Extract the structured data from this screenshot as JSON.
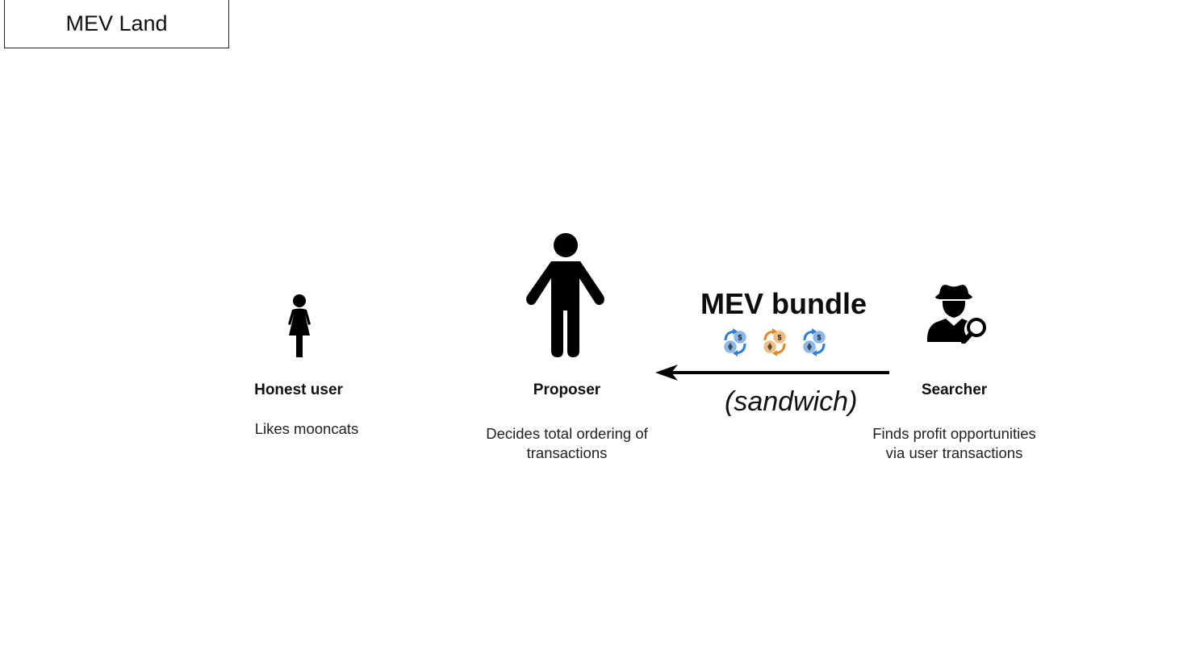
{
  "slide": {
    "title": "MEV Land"
  },
  "actors": [
    {
      "id": "honest-user",
      "icon": "woman-icon",
      "label": "Honest user",
      "description": "Likes mooncats"
    },
    {
      "id": "proposer",
      "icon": "person-icon",
      "label": "Proposer",
      "description": "Decides total ordering of transactions"
    },
    {
      "id": "searcher",
      "icon": "detective-icon",
      "label": "Searcher",
      "description": "Finds profit opportunities via user transactions"
    }
  ],
  "bundle": {
    "title": "MEV bundle",
    "caption": "(sandwich)",
    "direction": "searcher-to-proposer",
    "transactions": [
      {
        "icon": "swap-eth-dollar-icon",
        "color": "#2f7fd6"
      },
      {
        "icon": "swap-eth-dollar-icon",
        "color": "#e28a25"
      },
      {
        "icon": "swap-eth-dollar-icon",
        "color": "#2f7fd6"
      }
    ]
  }
}
